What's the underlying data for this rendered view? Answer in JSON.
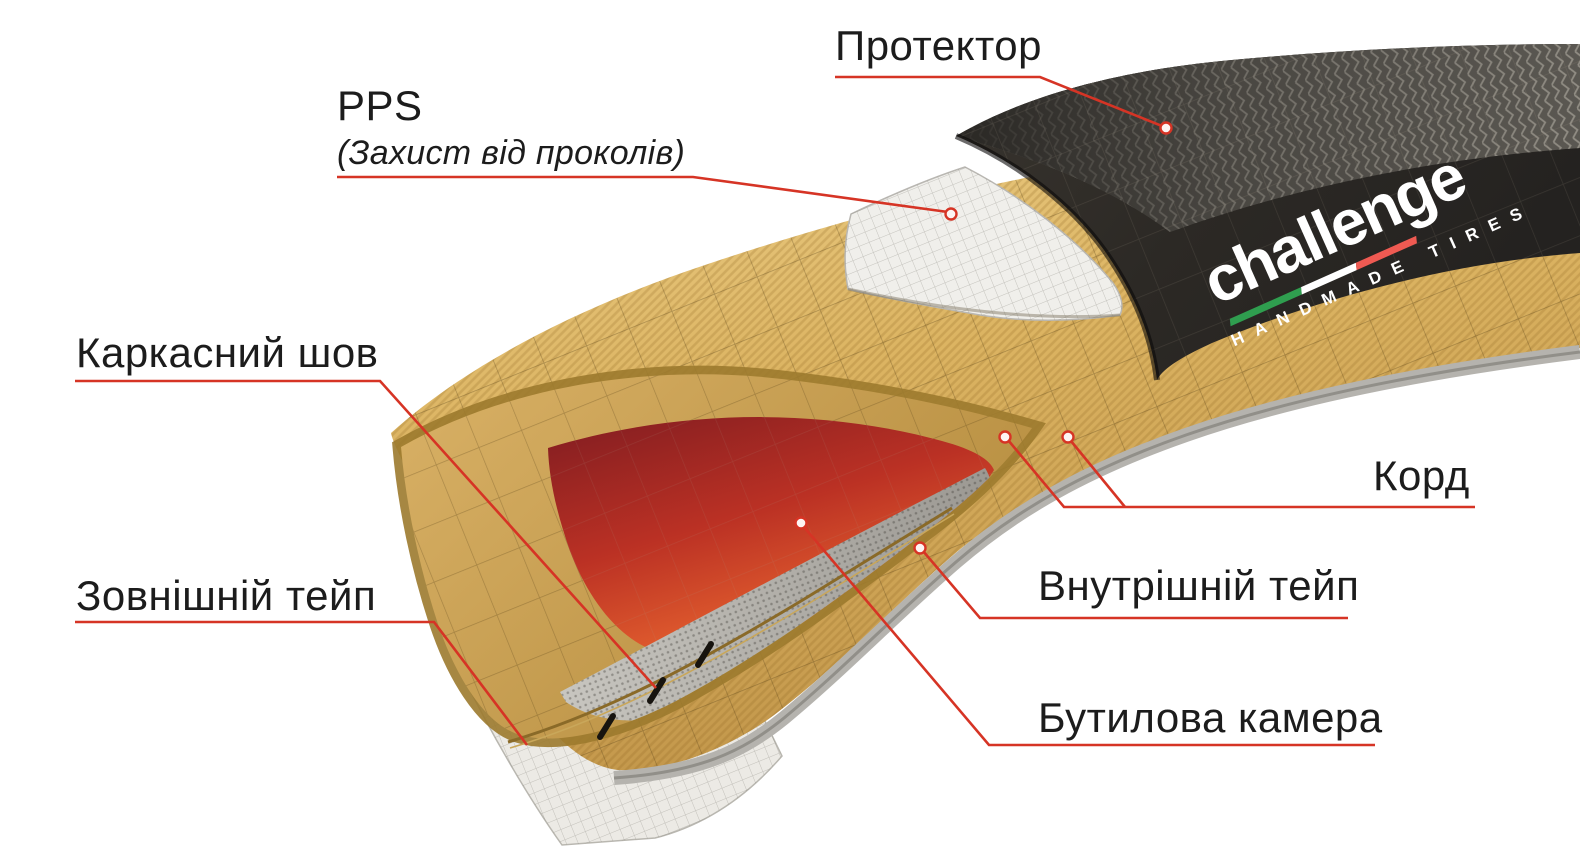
{
  "labels": {
    "tread": "Протектор",
    "pps_title": "PPS",
    "pps_subtitle": "(Захист від проколів)",
    "carcass_seam": "Каркасний шов",
    "outer_tape": "Зовнішній тейп",
    "cord": "Корд",
    "inner_tape": "Внутрішній тейп",
    "butyl_tube": "Бутилова камера"
  },
  "logo": {
    "brand": "challenge",
    "tagline": "HANDMADE TIRES"
  },
  "colors": {
    "leader_red": "#d63425",
    "label_text": "#1c1c1c",
    "casing_tan": "#dcb462",
    "casing_shadow": "#b98f3f",
    "casing_rim": "#9c7a2d",
    "tread_black": "#2c2925",
    "tube_red": "#c13723",
    "inner_tape_grey": "#a29f99",
    "outer_tape_white": "#eceae5",
    "pps_band_white": "#f0efeb",
    "base_tape_grey": "#b5b3ae",
    "flag_green": "#2f9e4f",
    "flag_white": "#ffffff",
    "flag_red": "#ef5a52",
    "logo_white": "#ffffff"
  }
}
